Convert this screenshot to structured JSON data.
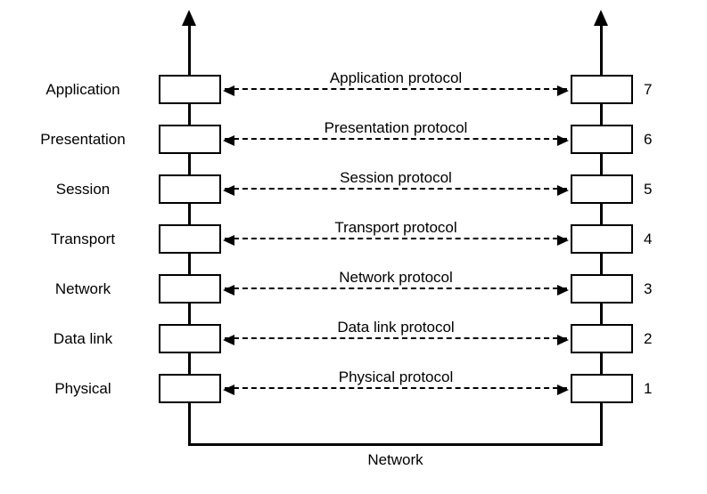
{
  "diagram": {
    "network_label": "Network",
    "layers": [
      {
        "name": "Application",
        "protocol": "Application protocol",
        "number": "7"
      },
      {
        "name": "Presentation",
        "protocol": "Presentation protocol",
        "number": "6"
      },
      {
        "name": "Session",
        "protocol": "Session protocol",
        "number": "5"
      },
      {
        "name": "Transport",
        "protocol": "Transport protocol",
        "number": "4"
      },
      {
        "name": "Network",
        "protocol": "Network protocol",
        "number": "3"
      },
      {
        "name": "Data link",
        "protocol": "Data link protocol",
        "number": "2"
      },
      {
        "name": "Physical",
        "protocol": "Physical protocol",
        "number": "1"
      }
    ],
    "colors": {
      "line": "#000000",
      "box_fill": "#ffffff",
      "background": "#ffffff"
    }
  }
}
